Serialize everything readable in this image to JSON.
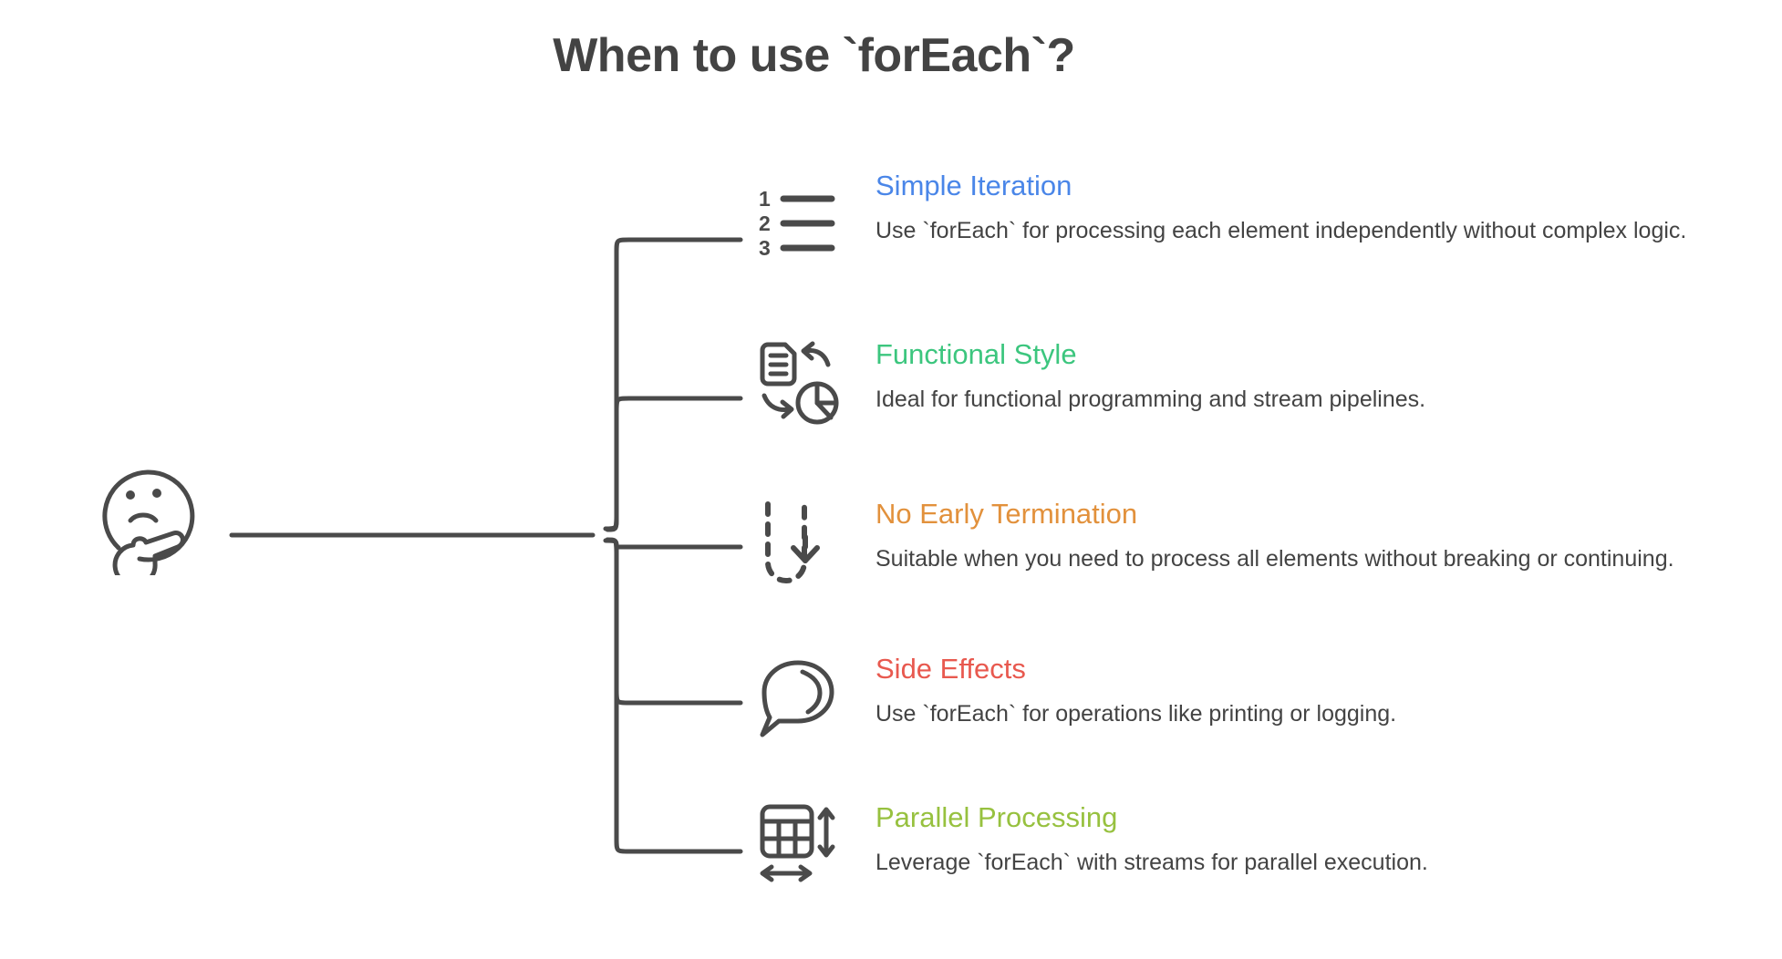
{
  "page": {
    "title": "When to use `forEach`?",
    "title_color": "#434343",
    "background": "#ffffff",
    "body_text_color": "#434343",
    "connector_color": "#4a4a4a"
  },
  "root": {
    "icon": "thinking-face-emoji",
    "label": ""
  },
  "branches": [
    {
      "icon": "numbered-list-icon",
      "title": "Simple Iteration",
      "color": "#4a86e8",
      "description": "Use `forEach` for processing each element independently without complex logic."
    },
    {
      "icon": "document-to-pie-chart-cycle-icon",
      "title": "Functional Style",
      "color": "#3cc67e",
      "description": "Ideal for functional programming and stream pipelines."
    },
    {
      "icon": "dashed-uturn-arrow-icon",
      "title": "No Early Termination",
      "color": "#e2913c",
      "description": "Suitable when you need to process all elements without breaking or continuing."
    },
    {
      "icon": "speech-bubble-icon",
      "title": "Side Effects",
      "color": "#e8594f",
      "description": "Use `forEach` for operations like printing or logging."
    },
    {
      "icon": "resizable-table-grid-icon",
      "title": "Parallel Processing",
      "color": "#97c13f",
      "description": "Leverage `forEach` with streams for parallel execution."
    }
  ]
}
